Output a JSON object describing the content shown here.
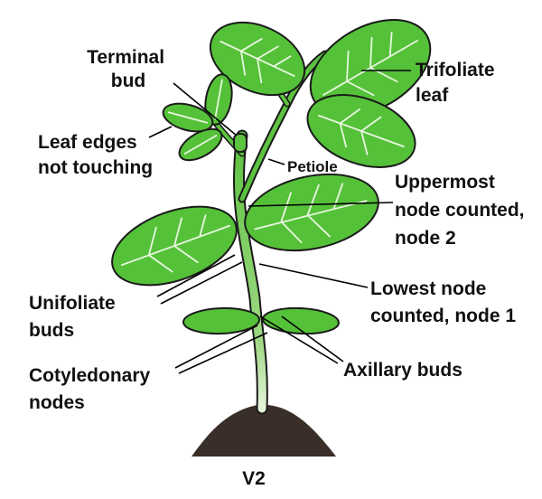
{
  "title": "V2",
  "labels": {
    "terminal_bud": [
      "Terminal",
      "bud"
    ],
    "trifoliate_leaf": [
      "Trifoliate",
      "leaf"
    ],
    "leaf_edges": [
      "Leaf edges",
      "not touching"
    ],
    "petiole": "Petiole",
    "uppermost_node": [
      "Uppermost",
      "node counted,",
      "node 2"
    ],
    "unifoliate_buds": [
      "Unifoliate",
      "buds"
    ],
    "lowest_node": [
      "Lowest node",
      "counted, node 1"
    ],
    "cotyledonary_nodes": [
      "Cotyledonary",
      "nodes"
    ],
    "axillary_buds": "Axillary buds"
  },
  "colors": {
    "leaf": "#55c139",
    "soil": "#3a2f28",
    "stem_lower": "#c9e8b4"
  }
}
